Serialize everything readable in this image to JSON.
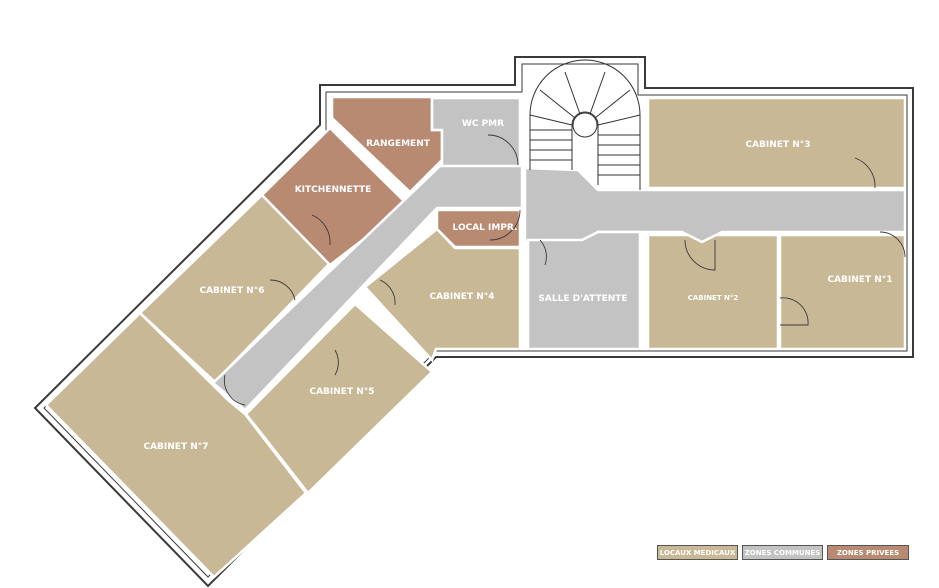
{
  "colors": {
    "medical": "#c9b896",
    "common": "#c3c3c3",
    "private": "#b98a72",
    "wall": "#3a3a3a"
  },
  "rooms": {
    "cabinet_1": "CABINET N°1",
    "cabinet_2": "CABINET N°2",
    "cabinet_3": "CABINET N°3",
    "cabinet_4": "CABINET N°4",
    "cabinet_5": "CABINET N°5",
    "cabinet_6": "CABINET N°6",
    "cabinet_7": "CABINET N°7",
    "salle_attente": "SALLE D'ATTENTE",
    "wc": "WC PMR",
    "rangement": "RANGEMENT",
    "kitchennette": "KITCHENNETTE",
    "local_impr": "LOCAL IMPR."
  },
  "legend": {
    "medical": "LOCAUX MEDICAUX",
    "common": "ZONES COMMUNES",
    "private": "ZONES PRIVEES"
  }
}
